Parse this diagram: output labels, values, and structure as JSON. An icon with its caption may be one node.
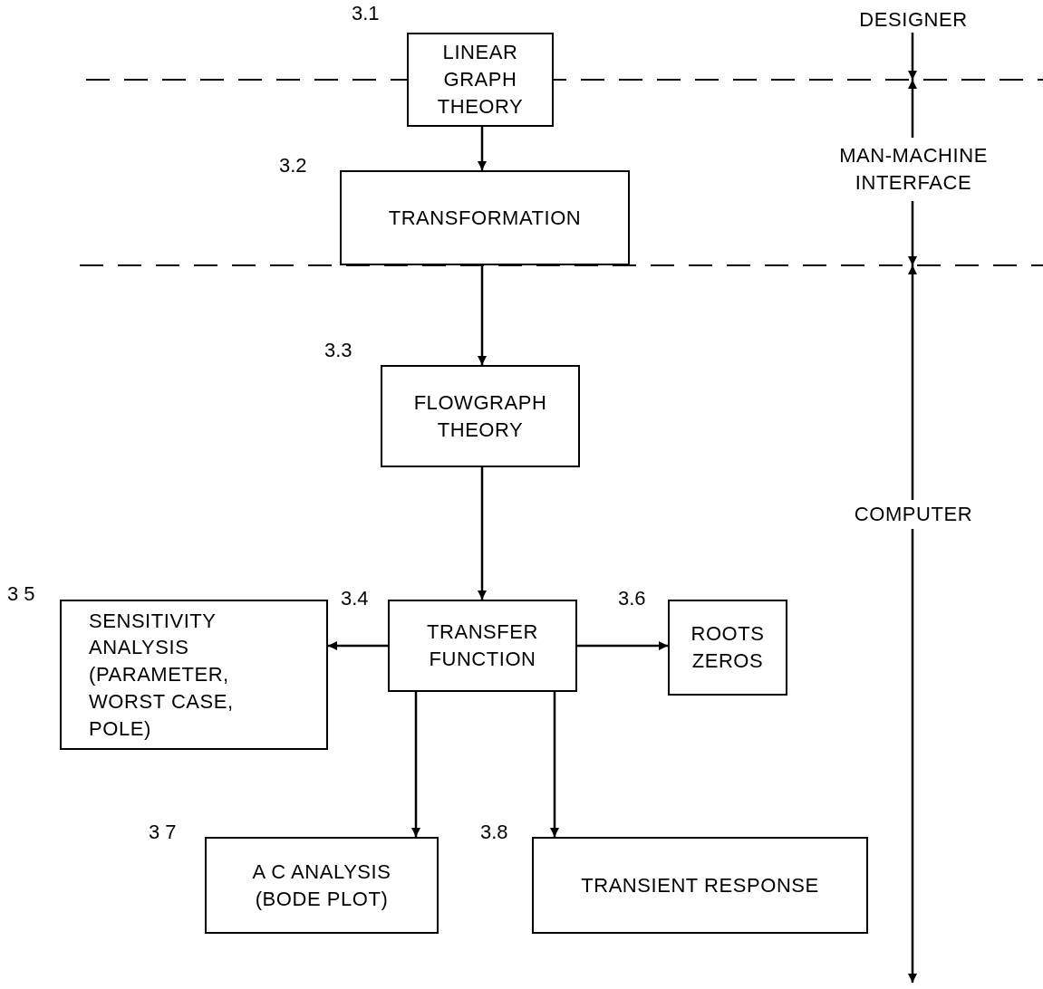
{
  "diagram": {
    "nodes": [
      {
        "text": [
          "LINEAR GRAPH THEORY"
        ],
        "beside": [
          "3.1"
        ]
      },
      {
        "text": [
          "TRANSFORMATION"
        ],
        "beside": [
          "3.2"
        ]
      },
      {
        "text": [
          "FLOWGRAPH THEORY"
        ],
        "beside": [
          "3.3"
        ]
      },
      {
        "text": [
          "TRANSFER FUNCTION"
        ],
        "beside": [
          "3.4"
        ]
      },
      {
        "text": [
          "SENSITIVITY ANALYSIS (PARAMETER, WORST CASE, POLE)"
        ],
        "beside": [
          "3 5"
        ]
      },
      {
        "text": [
          "ROOTS ZEROS"
        ],
        "beside": [
          "3.6"
        ]
      },
      {
        "text": [
          "A C ANALYSIS (BODE PLOT)"
        ],
        "beside": [
          "3 7"
        ]
      },
      {
        "text": [
          "TRANSIENT RESPONSE"
        ],
        "beside": [
          "3.8"
        ]
      },
      {
        "text": [
          "DESIGNER"
        ]
      },
      {
        "text": [
          "MAN-MACHINE INTERFACE"
        ]
      },
      {
        "text": [
          "COMPUTER"
        ]
      }
    ],
    "edges": [
      {
        "from": 0,
        "to": 1,
        "arrow": "to"
      },
      {
        "from": 1,
        "to": 2,
        "arrow": "to"
      },
      {
        "from": 2,
        "to": 3,
        "arrow": "to"
      },
      {
        "from": 3,
        "to": 4,
        "arrow": "to"
      },
      {
        "from": 3,
        "to": 5,
        "arrow": "to"
      },
      {
        "from": 3,
        "to": 6,
        "arrow": "to"
      },
      {
        "from": 3,
        "to": 7,
        "arrow": "to"
      },
      {
        "from": 8,
        "to": null,
        "arrow": "to"
      },
      {
        "from": 9,
        "to": null,
        "arrow": "to"
      },
      {
        "from": 9,
        "to": null,
        "arrow": "to"
      },
      {
        "from": 10,
        "to": null,
        "arrow": "to"
      },
      {
        "from": 10,
        "to": null,
        "arrow": "to"
      }
    ]
  }
}
